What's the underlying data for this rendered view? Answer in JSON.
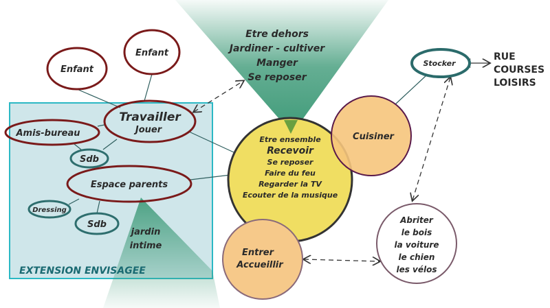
{
  "outdoor": [
    "Etre dehors",
    "Jardiner - cultiver",
    "Manger",
    "Se reposer"
  ],
  "extension_label": "EXTENSION ENVISAGEE",
  "nodes": {
    "enfant1": "Enfant",
    "enfant2": "Enfant",
    "travailler": "Travailler",
    "jouer": "Jouer",
    "amis_bureau": "Amis-bureau",
    "sdb1": "Sdb",
    "espace_parents": "Espace parents",
    "dressing": "Dressing",
    "sdb2": "Sdb",
    "jardin": [
      "jardin",
      "intime"
    ],
    "center": [
      "Etre ensemble",
      "Recevoir",
      "Se reposer",
      "Faire du feu",
      "Regarder la TV",
      "Ecouter de la musique"
    ],
    "cuisiner": "Cuisiner",
    "stocker": "Stocker",
    "destinations": [
      "RUE",
      "COURSES",
      "LOISIRS"
    ],
    "abriter": [
      "Abriter",
      "le bois",
      "la voiture",
      "le chien",
      "les vélos"
    ],
    "entrer": [
      "Entrer",
      "Accueillir"
    ]
  },
  "colors": {
    "dark_red": "#7a1a1a",
    "teal": "#2e6e6e",
    "box": "#cfe6ea",
    "box_border": "#2bb8c4",
    "yellow": "#f0de62",
    "orange": "#f6c57c"
  }
}
